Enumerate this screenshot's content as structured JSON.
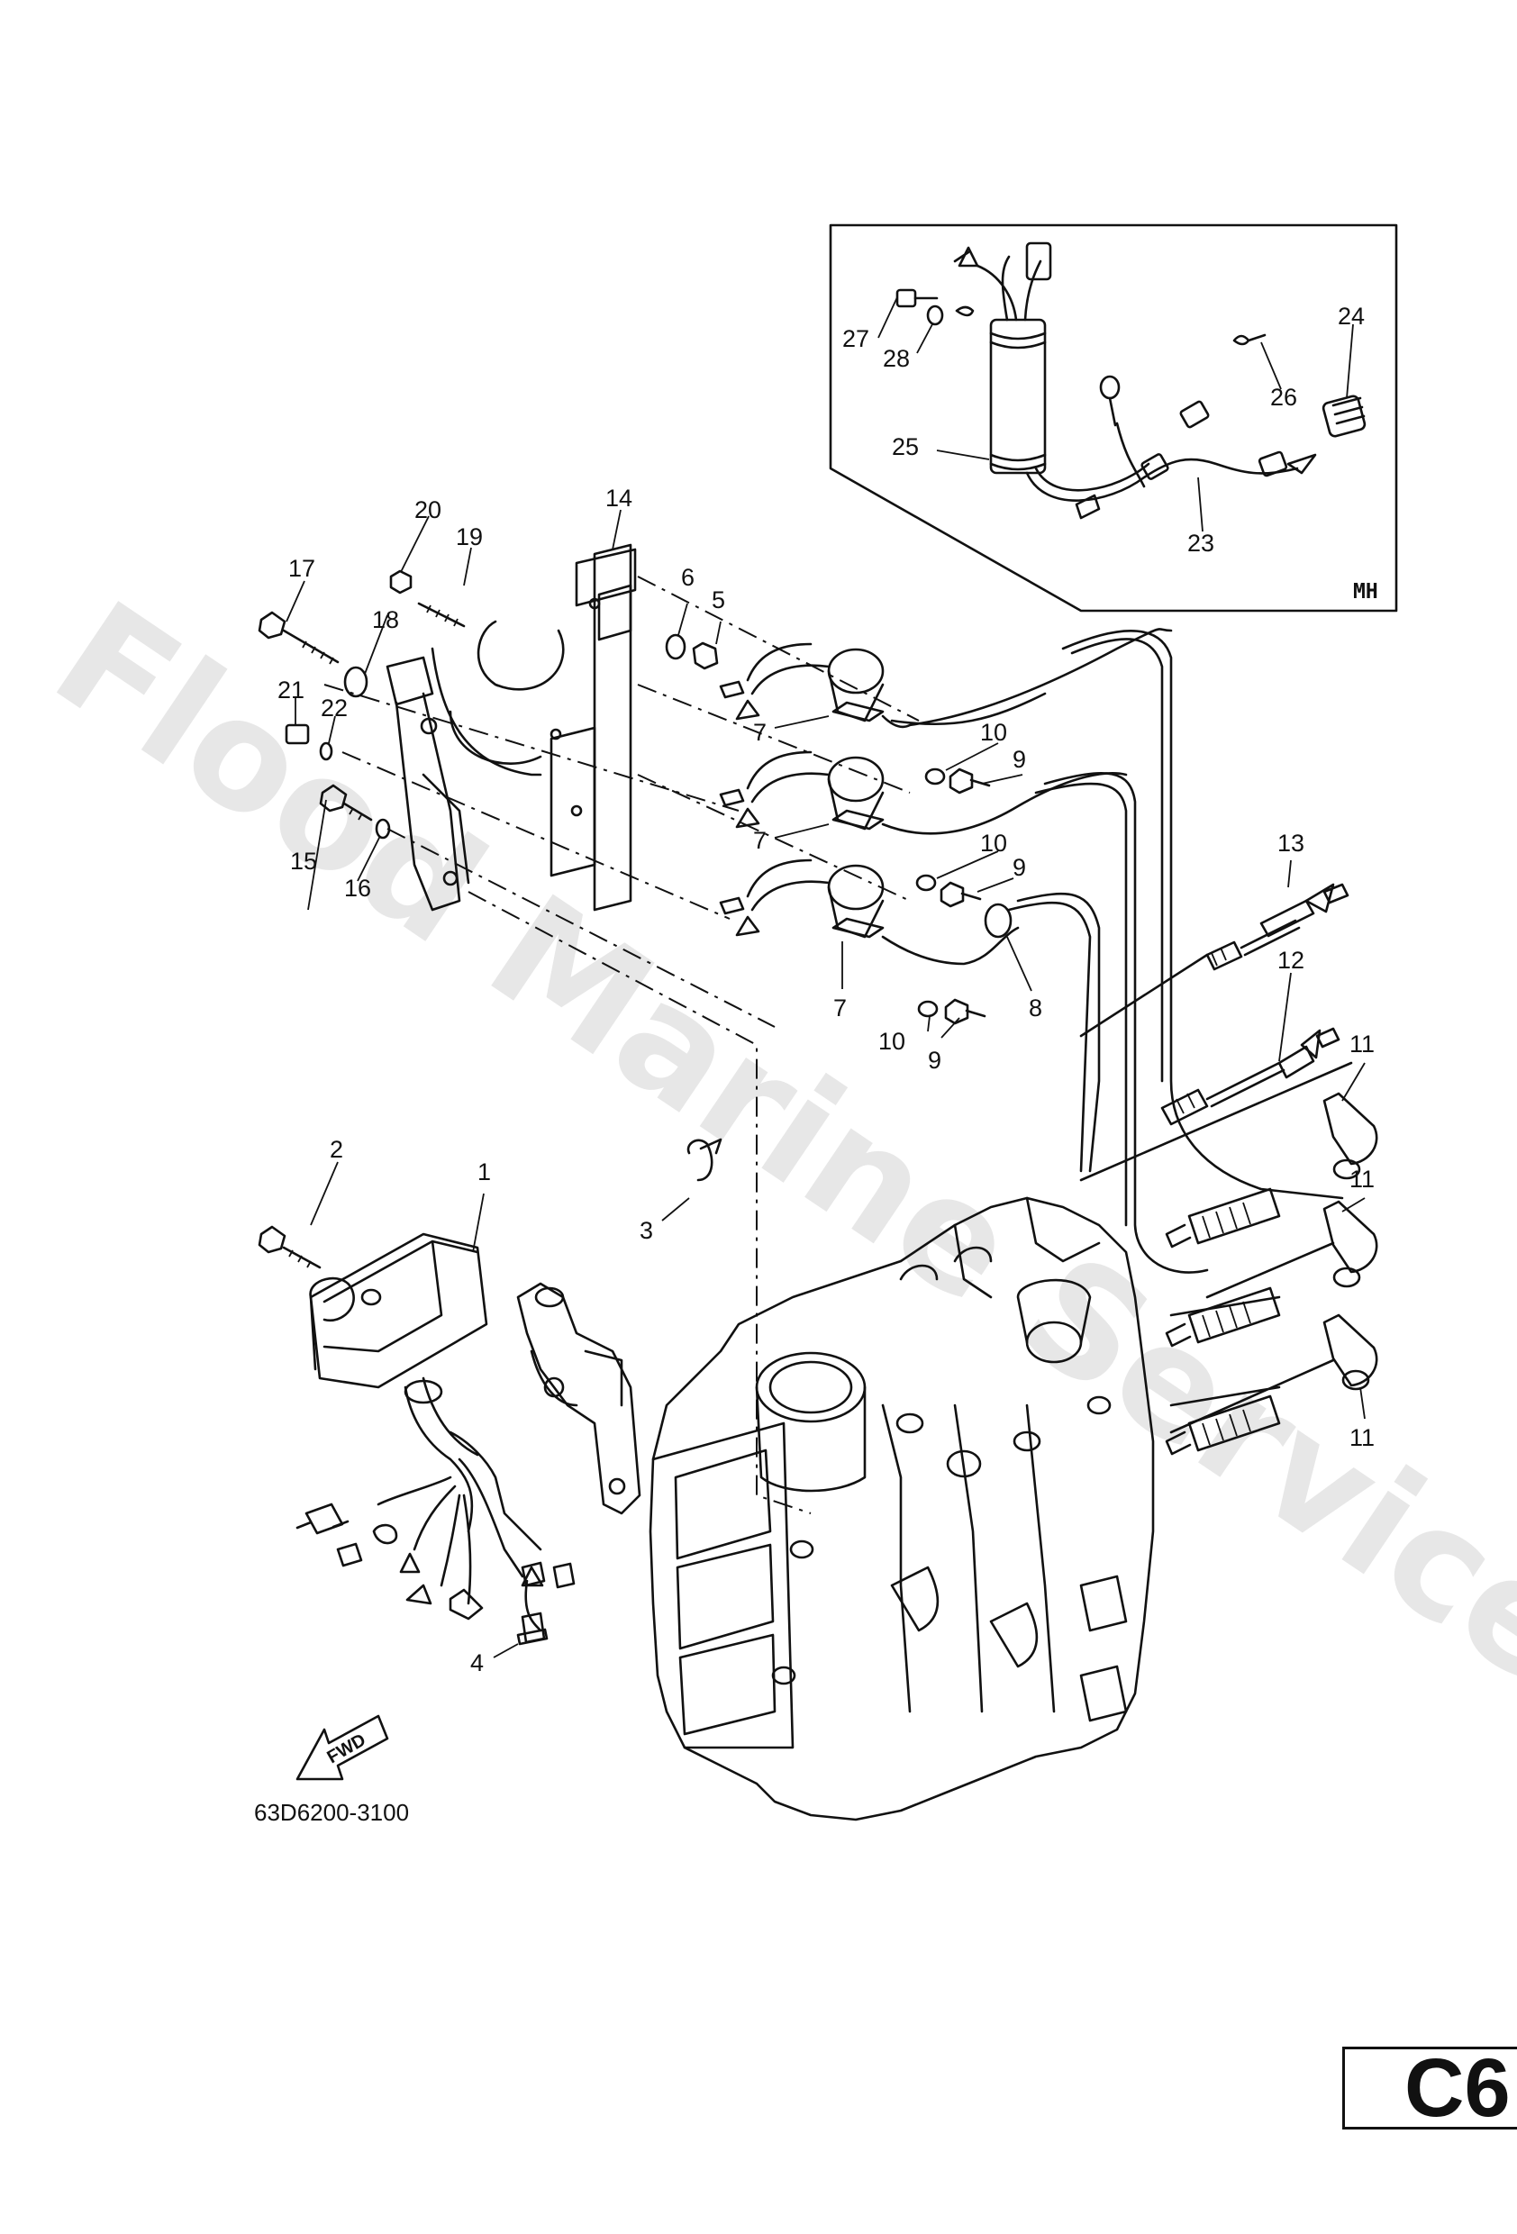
{
  "watermark": "Flood Marine Services",
  "inset_label": "MH",
  "fwd_label": "FWD",
  "part_code": "63D6200-3100",
  "page_code": "C6",
  "callouts": [
    "1",
    "2",
    "3",
    "4",
    "5",
    "6",
    "7",
    "7",
    "7",
    "8",
    "9",
    "9",
    "9",
    "10",
    "10",
    "10",
    "11",
    "11",
    "11",
    "12",
    "13",
    "14",
    "15",
    "16",
    "17",
    "18",
    "19",
    "20",
    "21",
    "22",
    "23",
    "24",
    "25",
    "26",
    "27",
    "28"
  ]
}
